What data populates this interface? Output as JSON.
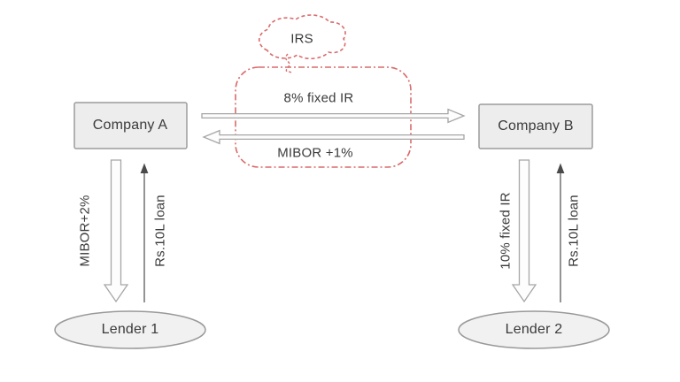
{
  "diagram": {
    "cloud_label": "IRS",
    "nodes": {
      "company_a": "Company A",
      "company_b": "Company B",
      "lender_1": "Lender 1",
      "lender_2": "Lender 2"
    },
    "swap_flows": {
      "a_to_b": "8% fixed IR",
      "b_to_a": "MIBOR +1%"
    },
    "left_flows": {
      "payment": "MIBOR+2%",
      "loan": "Rs.10L loan"
    },
    "right_flows": {
      "payment": "10% fixed IR",
      "loan": "Rs.10L loan"
    },
    "colors": {
      "highlight_red": "#d96a6a",
      "box_fill": "#ededed",
      "box_border": "#9b9b9b",
      "ellipse_fill": "#f1f1f1",
      "arrow_outline": "#a6a6a6",
      "thin_arrow": "#666666",
      "text": "#3a3a3a",
      "background": "#ffffff"
    }
  }
}
